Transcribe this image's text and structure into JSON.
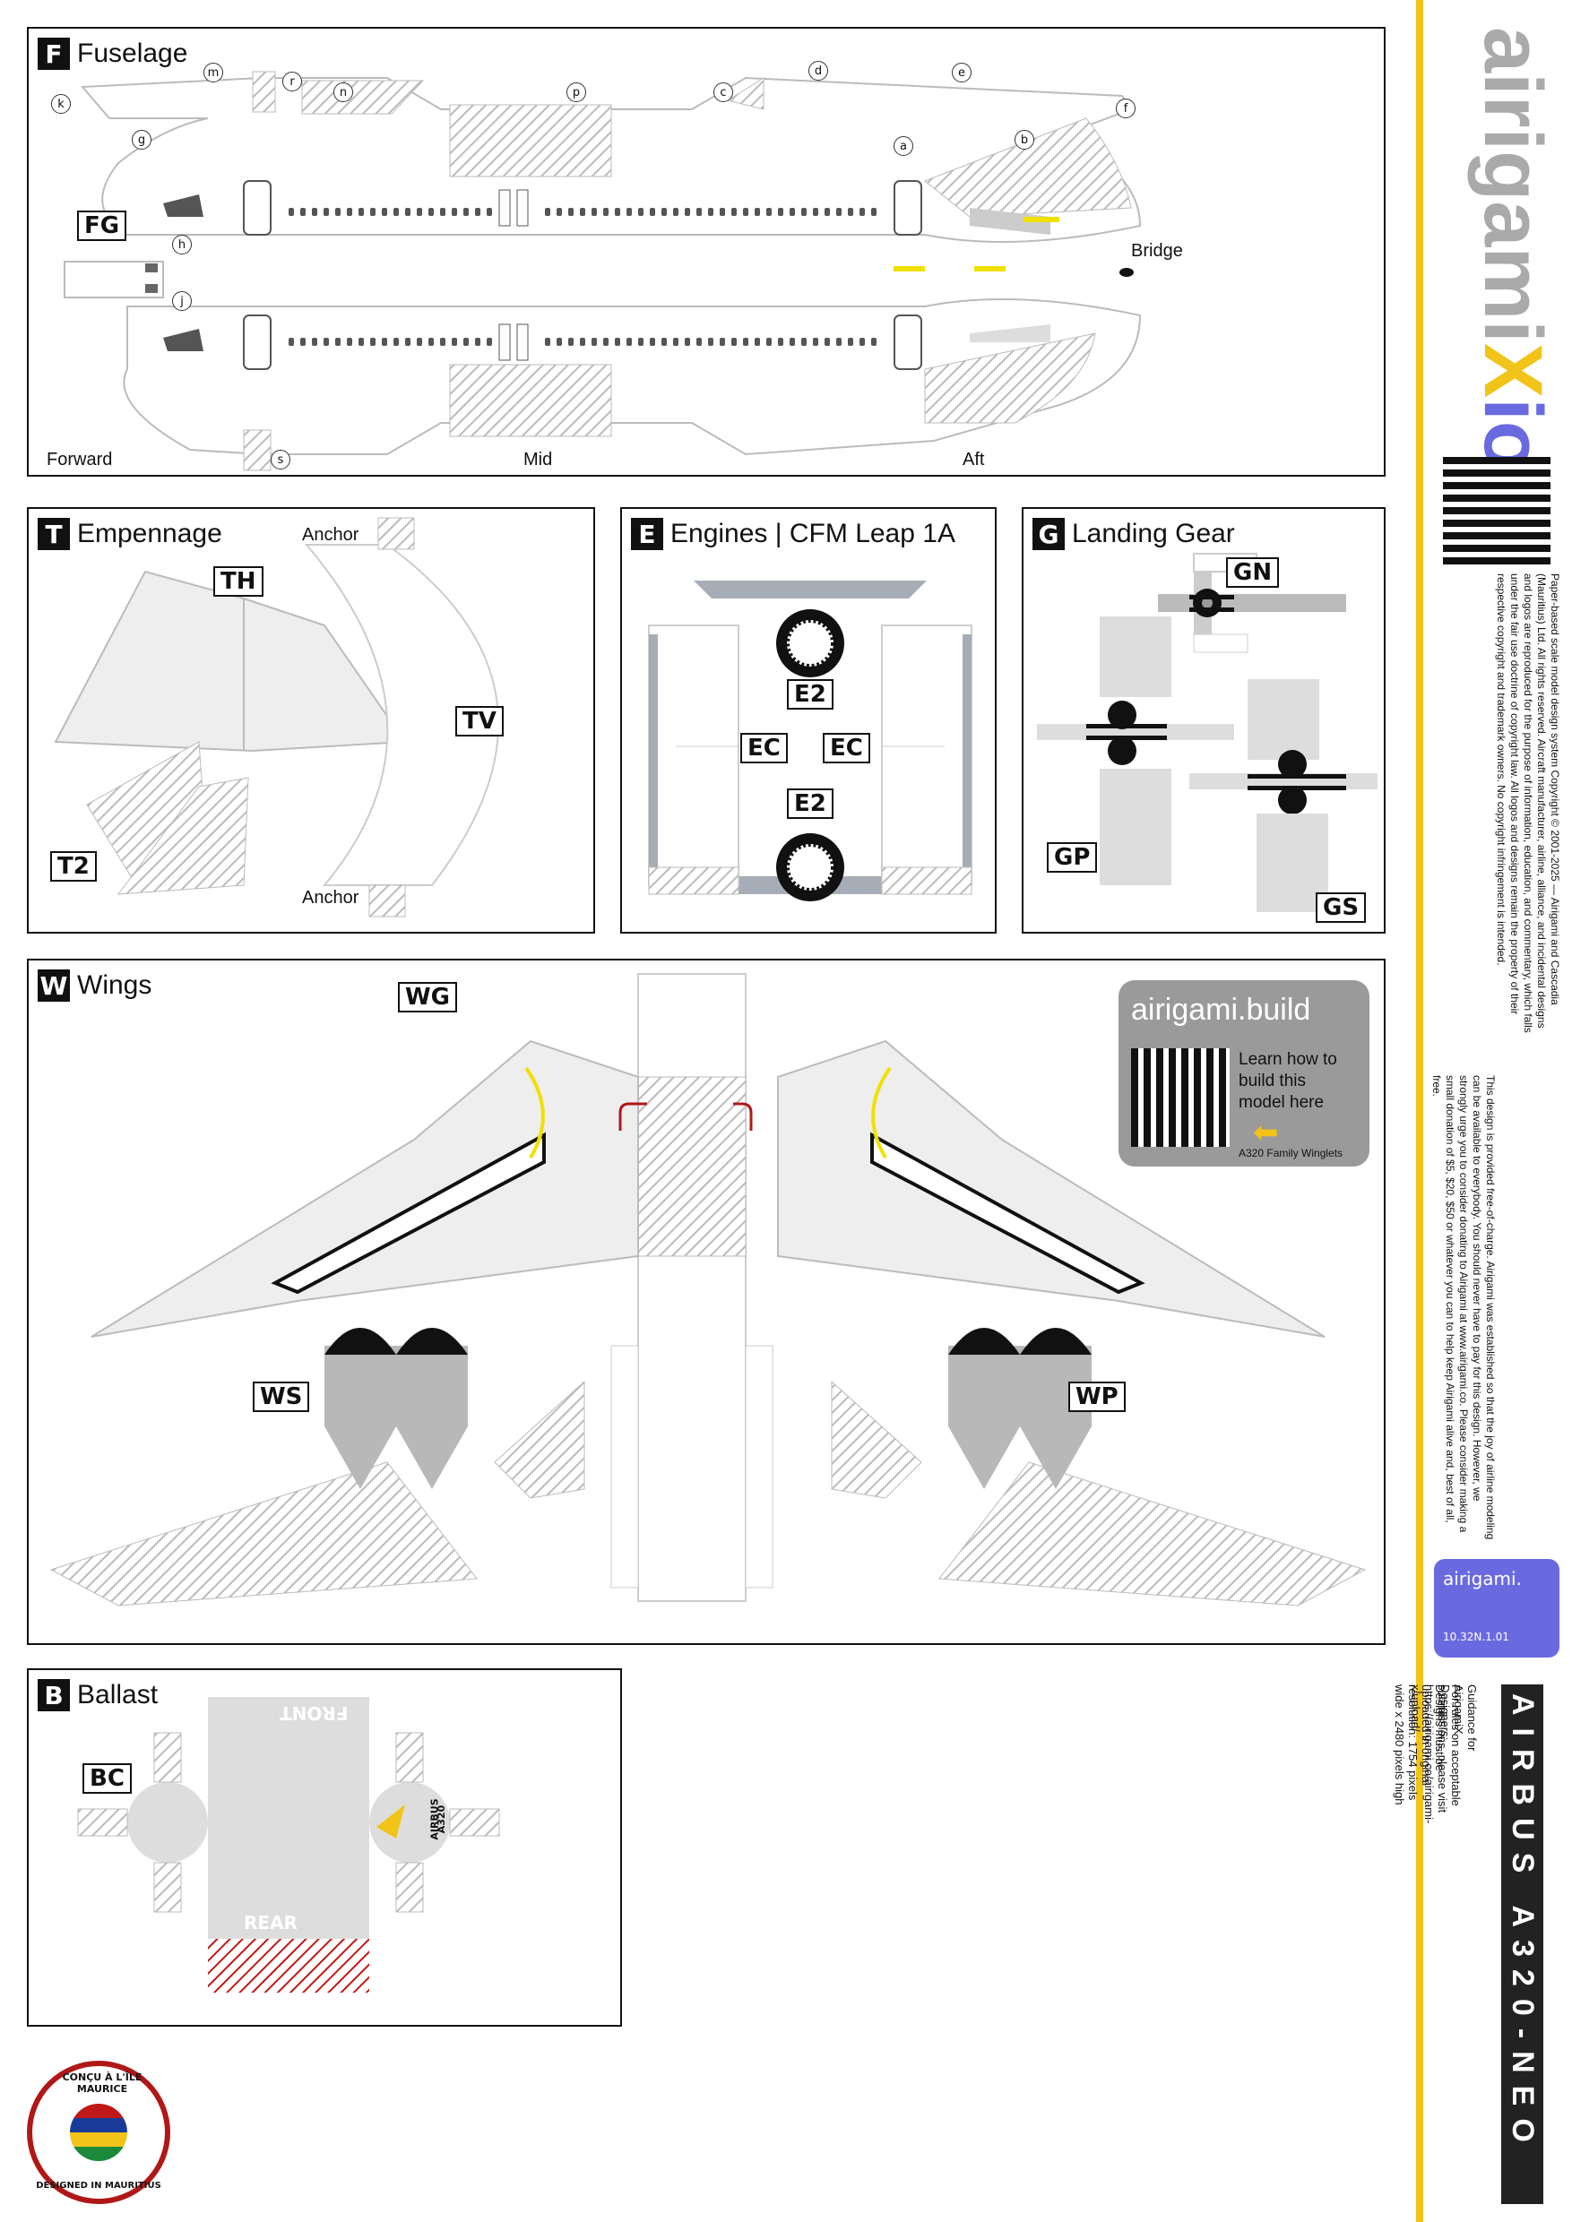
{
  "fuselage": {
    "letter": "F",
    "title": "Fuselage",
    "code": "FG",
    "labels": {
      "forward": "Forward",
      "mid": "Mid",
      "aft": "Aft",
      "bridge": "Bridge"
    },
    "tabs": [
      "k",
      "m",
      "r",
      "n",
      "p",
      "c",
      "d",
      "e",
      "f",
      "g",
      "a",
      "b",
      "h",
      "j",
      "s"
    ]
  },
  "empennage": {
    "letter": "T",
    "title": "Empennage",
    "codes": {
      "th": "TH",
      "tv": "TV",
      "t2": "T2"
    },
    "anchor": "Anchor"
  },
  "engines": {
    "letter": "E",
    "title": "Engines | CFM Leap 1A",
    "codes": {
      "e2": "E2",
      "ec": "EC"
    }
  },
  "gear": {
    "letter": "G",
    "title": "Landing Gear",
    "codes": {
      "gn": "GN",
      "gp": "GP",
      "gs": "GS"
    }
  },
  "wings": {
    "letter": "W",
    "title": "Wings",
    "codes": {
      "wg": "WG",
      "ws": "WS",
      "wp": "WP"
    }
  },
  "ballast": {
    "letter": "B",
    "title": "Ballast",
    "code": "BC",
    "front": "FRONT",
    "rear": "REAR",
    "logo": "AIRBUS",
    "model": "A320"
  },
  "promo": {
    "brand": "airigami.build",
    "line1": "Learn how to",
    "line2": "build this",
    "line3": "model here",
    "caption": "A320 Family Winglets"
  },
  "seal": {
    "top": "CONÇU À L'ÎLE MAURICE",
    "bottom": "DESIGNED IN MAURITIUS"
  },
  "sidebar": {
    "brand": "airigami",
    "brand_x": "X",
    "brand_io": "io",
    "legal": "Paper-based scale model design system Copyright © 2001-2025 — Airigami and Cascadia (Mauritius) Ltd. All rights reserved. Aircraft manufacturer, airline, alliance, and incidental designs and logos are reproduced for the purpose of information, education, and commentary, which falls under the fair use doctrine of copyright law. All logos and designs remain the property of their respective copyright and trademark owners. No copyright infringement is intended.",
    "free": "This design is provided free-of-charge. Airigami was established so that the joy of airline modeling can be available to everybody. You should never have to pay for this design. However, we strongly urge you to consider donating to Airigami at www.airigami.co. Please consider making a small donation of $5, $20, $50 or whatever you can to help keep Airigami alive and, best of all, free.",
    "badge_brand": "airigami.",
    "badge_ver": "10.32N.1.01",
    "model": "AIRBUS A320-NEO",
    "guide1": "Guidance for AirigamiX Designers:",
    "guide2": "For rules on acceptable submissions, please visit https://airigami.co/airigami-x/upload/",
    "guide3": "Designs must be uploaded in original resolution: 1754 pixels wide x 2480 pixels high"
  },
  "colors": {
    "accent": "#f2c318",
    "panel_fill": "#ececec",
    "engine_grey": "#b8b8b8",
    "red": "#b01818",
    "blue": "#6a6ae0"
  }
}
